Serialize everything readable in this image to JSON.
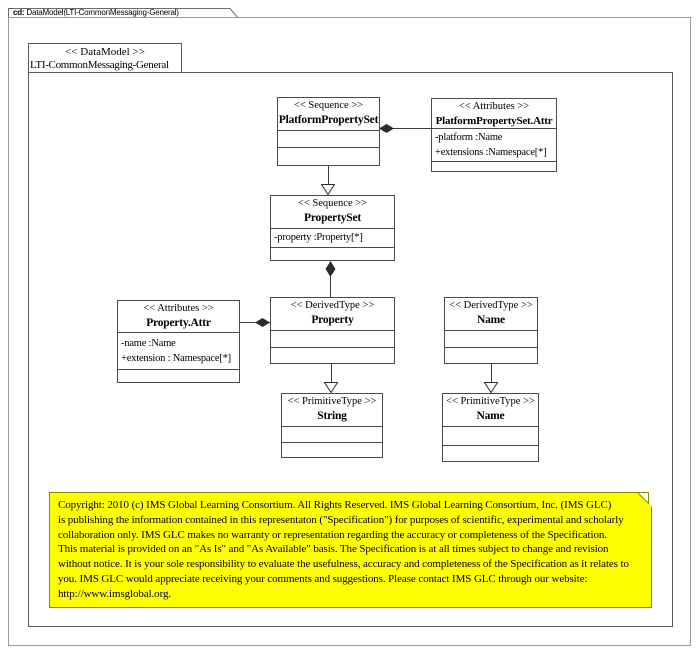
{
  "frame": {
    "tab_prefix": "cd:",
    "tab_label": " DataModel(LTI-CommonMessaging-General)"
  },
  "package": {
    "stereotype": "<< DataModel >>",
    "name": "LTI-CommonMessaging-General"
  },
  "classes": {
    "platformPropertySet": {
      "stereotype": "<< Sequence >>",
      "name": "PlatformPropertySet",
      "attributes": []
    },
    "platformPropertySetAttr": {
      "stereotype": "<< Attributes  >>",
      "name": "PlatformPropertySet.Attr",
      "attributes": [
        "-platform :Name",
        "+extensions :Namespace[*]"
      ]
    },
    "propertySet": {
      "stereotype": "<< Sequence >>",
      "name": "PropertySet",
      "attributes": [
        "-property :Property[*]"
      ]
    },
    "propertyAttr": {
      "stereotype": "<< Attributes  >>",
      "name": "Property.Attr",
      "attributes": [
        "-name :Name",
        "+extension : Namespace[*]"
      ]
    },
    "property": {
      "stereotype": "<< DerivedType  >>",
      "name": "Property",
      "attributes": []
    },
    "nameDerived": {
      "stereotype": "<< DerivedType  >>",
      "name": "Name",
      "attributes": []
    },
    "stringPrimitive": {
      "stereotype": "<< PrimitiveType  >>",
      "name": "String",
      "attributes": []
    },
    "namePrimitive": {
      "stereotype": "<< PrimitiveType  >>",
      "name": "Name",
      "attributes": []
    }
  },
  "relationships": [
    {
      "type": "composition",
      "from": "PlatformPropertySet",
      "to": "PlatformPropertySet.Attr"
    },
    {
      "type": "generalization",
      "from": "PlatformPropertySet",
      "to": "PropertySet"
    },
    {
      "type": "composition",
      "from": "PropertySet",
      "to": "Property"
    },
    {
      "type": "composition",
      "from": "Property",
      "to": "Property.Attr"
    },
    {
      "type": "generalization",
      "from": "Property",
      "to": "String"
    },
    {
      "type": "generalization",
      "from": "Name (DerivedType)",
      "to": "Name (PrimitiveType)"
    }
  ],
  "note": {
    "lines": [
      "Copyright: 2010 (c) IMS Global Learning Consortium.  All Rights Reserved.  IMS Global Learning Consortium, Inc. (IMS GLC)",
      "is publishing the information contained in this representaton (\"Specification\") for purposes of scientific, experimental and scholarly",
      "collaboration only.  IMS GLC makes no warranty or representation regarding the accuracy or completeness of the Specification.",
      "This material is provided on an \"As Is\" and \"As Available\" basis. The Specification is at all times subject to change and revision",
      "without notice.  It is your sole responsibility to evaluate the usefulness, accuracy and completeness of the Specification as it relates to",
      "you.  IMS GLC would appreciate receiving your comments and suggestions.  Please contact IMS GLC through our website:",
      "http://www.imsglobal.org."
    ]
  },
  "colors": {
    "note_fill": "#ffff00",
    "note_border": "#8a8a00",
    "line": "#3d3d3d",
    "box_border": "#4a4a4a"
  }
}
